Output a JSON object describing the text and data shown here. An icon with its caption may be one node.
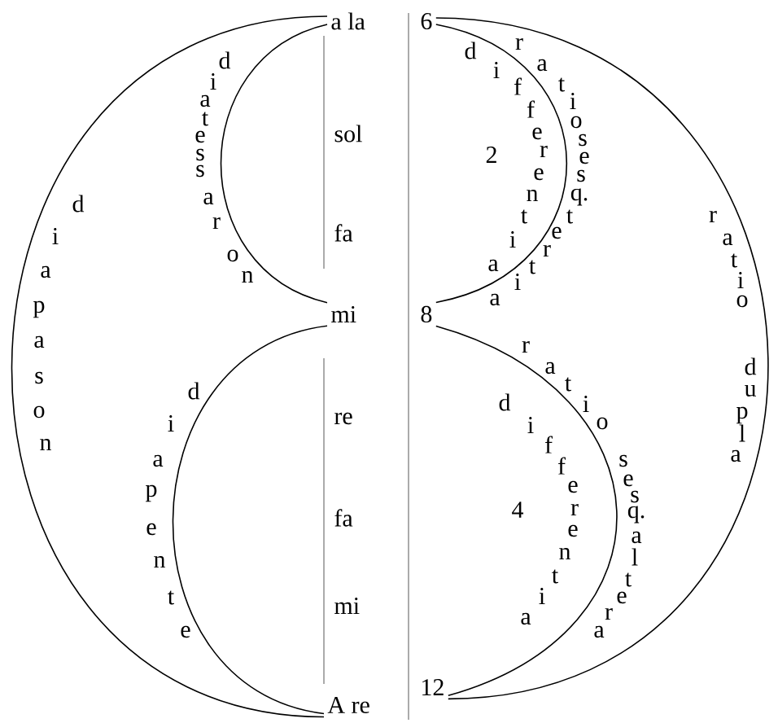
{
  "diagram": {
    "nodes": [
      {
        "text": [
          "a la"
        ]
      },
      {
        "text": [
          "mi"
        ]
      },
      {
        "text": [
          "A re"
        ]
      },
      {
        "text": [
          "6"
        ]
      },
      {
        "text": [
          "8"
        ]
      },
      {
        "text": [
          "12"
        ]
      }
    ],
    "edges": [
      {
        "from": 0,
        "to": 1,
        "arrow": "none",
        "label": "diatessaron"
      },
      {
        "from": 1,
        "to": 2,
        "arrow": "none",
        "label": "diapente"
      },
      {
        "from": 0,
        "to": 2,
        "arrow": "none",
        "label": "diapason"
      },
      {
        "from": 3,
        "to": 4,
        "arrow": "none",
        "label": "ratio sesq. tertia"
      },
      {
        "from": 4,
        "to": 5,
        "arrow": "none",
        "label": "ratio sesq. altera"
      },
      {
        "from": 3,
        "to": 5,
        "arrow": "none",
        "label": "ratio dupla"
      }
    ],
    "labels": [
      "sol",
      "fa",
      "re",
      "fa",
      "mi",
      "differentia",
      "2",
      "differentia",
      "4"
    ]
  }
}
